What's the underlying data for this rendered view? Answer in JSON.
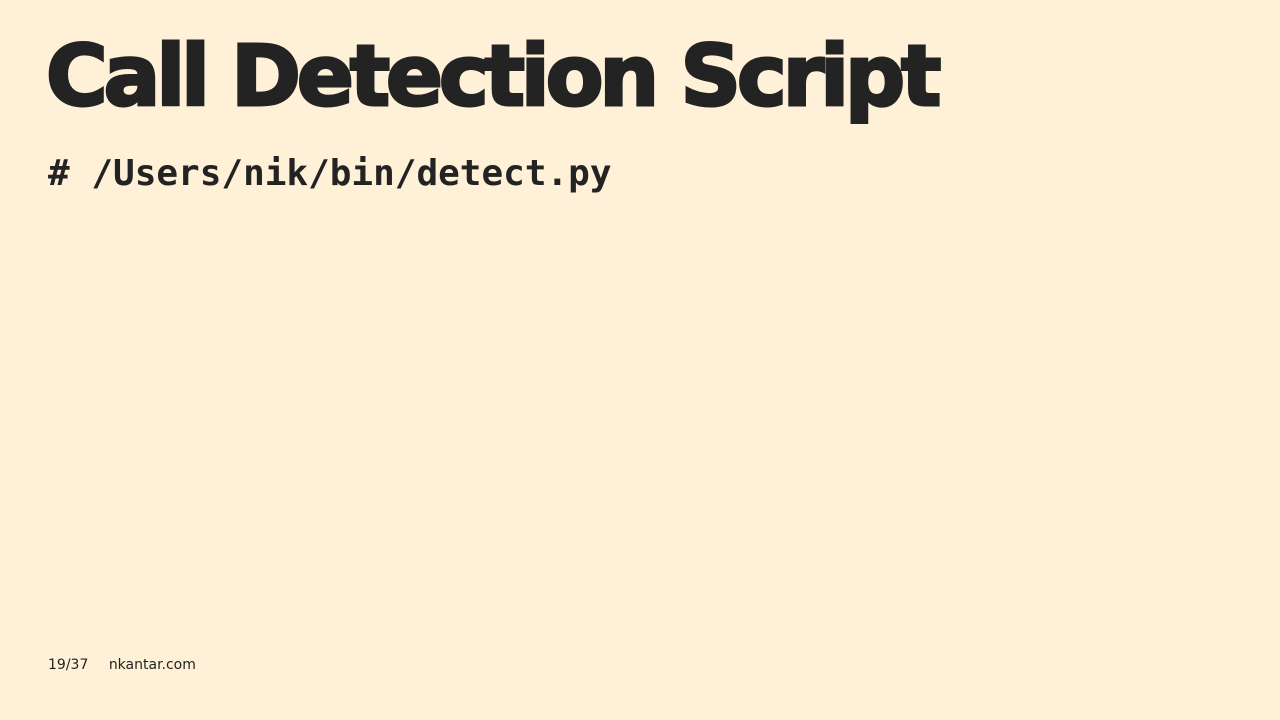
{
  "slide": {
    "title": "Call Detection Script",
    "code_line": "# /Users/nik/bin/detect.py"
  },
  "footer": {
    "page_indicator": "19/37",
    "site": "nkantar.com"
  }
}
